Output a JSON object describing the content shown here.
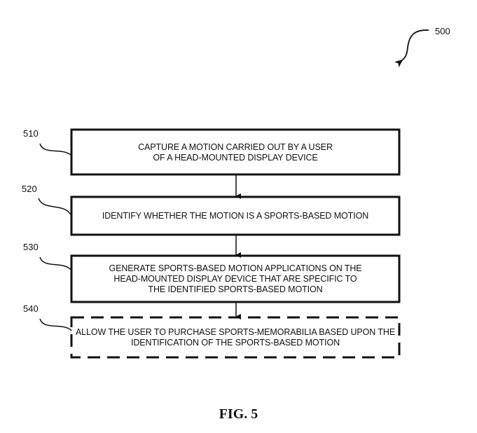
{
  "figure_ref": "500",
  "figure_caption": "FIG. 5",
  "steps": [
    {
      "ref": "510",
      "text": "CAPTURE A MOTION CARRIED OUT BY A USER OF A HEAD-MOUNTED DISPLAY DEVICE",
      "optional": false
    },
    {
      "ref": "520",
      "text": "IDENTIFY WHETHER THE MOTION IS A SPORTS-BASED MOTION",
      "optional": false
    },
    {
      "ref": "530",
      "text": "GENERATE SPORTS-BASED MOTION APPLICATIONS ON THE HEAD-MOUNTED DISPLAY DEVICE THAT ARE SPECIFIC TO THE IDENTIFIED SPORTS-BASED MOTION",
      "optional": false
    },
    {
      "ref": "540",
      "text": "ALLOW THE USER TO PURCHASE SPORTS-MEMORABILIA BASED UPON THE IDENTIFICATION OF THE SPORTS-BASED MOTION",
      "optional": true
    }
  ]
}
